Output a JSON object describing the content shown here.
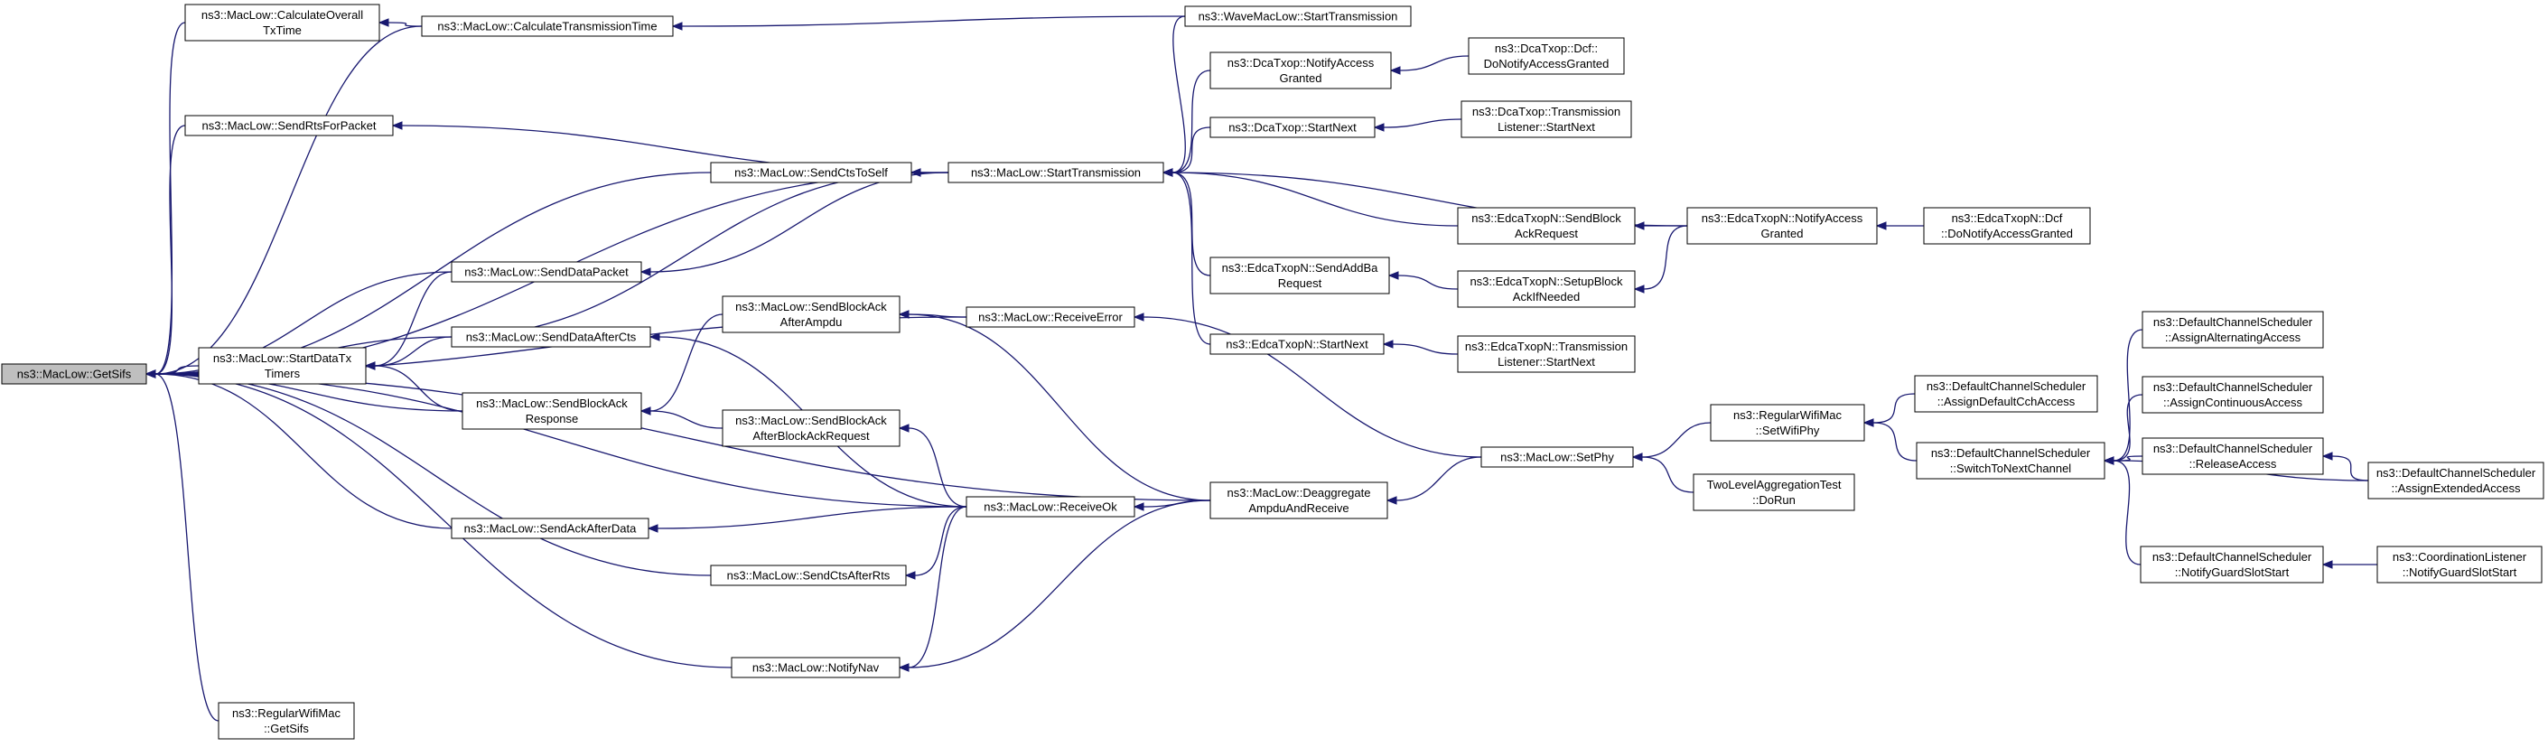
{
  "nodes": [
    {
      "id": "GetSifs",
      "lines": [
        "ns3::MacLow::GetSifs"
      ]
    },
    {
      "id": "CalcOverall",
      "lines": [
        "ns3::MacLow::CalculateOverall",
        "TxTime"
      ]
    },
    {
      "id": "CalcTrans",
      "lines": [
        "ns3::MacLow::CalculateTransmissionTime"
      ]
    },
    {
      "id": "WaveStart",
      "lines": [
        "ns3::WaveMacLow::StartTransmission"
      ]
    },
    {
      "id": "SendRts",
      "lines": [
        "ns3::MacLow::SendRtsForPacket"
      ]
    },
    {
      "id": "SendCtsToSelf",
      "lines": [
        "ns3::MacLow::SendCtsToSelf"
      ]
    },
    {
      "id": "StartTrans",
      "lines": [
        "ns3::MacLow::StartTransmission"
      ]
    },
    {
      "id": "DcaNotify",
      "lines": [
        "ns3::DcaTxop::NotifyAccess",
        "Granted"
      ]
    },
    {
      "id": "DcfNotify",
      "lines": [
        "ns3::DcaTxop::Dcf::",
        "DoNotifyAccessGranted"
      ]
    },
    {
      "id": "DcaStartNext",
      "lines": [
        "ns3::DcaTxop::StartNext"
      ]
    },
    {
      "id": "DcaTLStart",
      "lines": [
        "ns3::DcaTxop::Transmission",
        "Listener::StartNext"
      ]
    },
    {
      "id": "EdcaSendBlock",
      "lines": [
        "ns3::EdcaTxopN::SendBlock",
        "AckRequest"
      ]
    },
    {
      "id": "EdcaNotify",
      "lines": [
        "ns3::EdcaTxopN::NotifyAccess",
        "Granted"
      ]
    },
    {
      "id": "EdcaDcf",
      "lines": [
        "ns3::EdcaTxopN::Dcf",
        "::DoNotifyAccessGranted"
      ]
    },
    {
      "id": "EdcaAddBa",
      "lines": [
        "ns3::EdcaTxopN::SendAddBa",
        "Request"
      ]
    },
    {
      "id": "EdcaSetup",
      "lines": [
        "ns3::EdcaTxopN::SetupBlock",
        "AckIfNeeded"
      ]
    },
    {
      "id": "EdcaStartNext",
      "lines": [
        "ns3::EdcaTxopN::StartNext"
      ]
    },
    {
      "id": "EdcaTLStart",
      "lines": [
        "ns3::EdcaTxopN::Transmission",
        "Listener::StartNext"
      ]
    },
    {
      "id": "SendData",
      "lines": [
        "ns3::MacLow::SendDataPacket"
      ]
    },
    {
      "id": "StartDataTx",
      "lines": [
        "ns3::MacLow::StartDataTx",
        "Timers"
      ]
    },
    {
      "id": "SendDataAfterCts",
      "lines": [
        "ns3::MacLow::SendDataAfterCts"
      ]
    },
    {
      "id": "SendBlockAckAfterAmpdu",
      "lines": [
        "ns3::MacLow::SendBlockAck",
        "AfterAmpdu"
      ]
    },
    {
      "id": "ReceiveError",
      "lines": [
        "ns3::MacLow::ReceiveError"
      ]
    },
    {
      "id": "SendBlockAckResp",
      "lines": [
        "ns3::MacLow::SendBlockAck",
        "Response"
      ]
    },
    {
      "id": "SendBlockAckAfterBAR",
      "lines": [
        "ns3::MacLow::SendBlockAck",
        "AfterBlockAckRequest"
      ]
    },
    {
      "id": "ReceiveOk",
      "lines": [
        "ns3::MacLow::ReceiveOk"
      ]
    },
    {
      "id": "Deaggregate",
      "lines": [
        "ns3::MacLow::Deaggregate",
        "AmpduAndReceive"
      ]
    },
    {
      "id": "SetPhy",
      "lines": [
        "ns3::MacLow::SetPhy"
      ]
    },
    {
      "id": "RegSetWifiPhy",
      "lines": [
        "ns3::RegularWifiMac",
        "::SetWifiPhy"
      ]
    },
    {
      "id": "TwoLevel",
      "lines": [
        "TwoLevelAggregationTest",
        "::DoRun"
      ]
    },
    {
      "id": "AssignDefault",
      "lines": [
        "ns3::DefaultChannelScheduler",
        "::AssignDefaultCchAccess"
      ]
    },
    {
      "id": "SwitchToNext",
      "lines": [
        "ns3::DefaultChannelScheduler",
        "::SwitchToNextChannel"
      ]
    },
    {
      "id": "AssignAlt",
      "lines": [
        "ns3::DefaultChannelScheduler",
        "::AssignAlternatingAccess"
      ]
    },
    {
      "id": "AssignCont",
      "lines": [
        "ns3::DefaultChannelScheduler",
        "::AssignContinuousAccess"
      ]
    },
    {
      "id": "Release",
      "lines": [
        "ns3::DefaultChannelScheduler",
        "::ReleaseAccess"
      ]
    },
    {
      "id": "AssignExt",
      "lines": [
        "ns3::DefaultChannelScheduler",
        "::AssignExtendedAccess"
      ]
    },
    {
      "id": "NotifyGuard",
      "lines": [
        "ns3::DefaultChannelScheduler",
        "::NotifyGuardSlotStart"
      ]
    },
    {
      "id": "CoordNotify",
      "lines": [
        "ns3::CoordinationListener",
        "::NotifyGuardSlotStart"
      ]
    },
    {
      "id": "SendAckAfterData",
      "lines": [
        "ns3::MacLow::SendAckAfterData"
      ]
    },
    {
      "id": "SendCtsAfterRts",
      "lines": [
        "ns3::MacLow::SendCtsAfterRts"
      ]
    },
    {
      "id": "NotifyNav",
      "lines": [
        "ns3::MacLow::NotifyNav"
      ]
    },
    {
      "id": "RegGetSifs",
      "lines": [
        "ns3::RegularWifiMac",
        "::GetSifs"
      ]
    }
  ],
  "edges": [
    {
      "from": "CalcOverall",
      "to": "GetSifs"
    },
    {
      "from": "CalcTrans",
      "to": "GetSifs"
    },
    {
      "from": "SendRts",
      "to": "GetSifs"
    },
    {
      "from": "SendCtsToSelf",
      "to": "GetSifs"
    },
    {
      "from": "StartTrans",
      "to": "GetSifs"
    },
    {
      "from": "SendData",
      "to": "GetSifs"
    },
    {
      "from": "StartDataTx",
      "to": "GetSifs"
    },
    {
      "from": "SendDataAfterCts",
      "to": "GetSifs"
    },
    {
      "from": "SendBlockAckResp",
      "to": "GetSifs"
    },
    {
      "from": "ReceiveOk",
      "to": "GetSifs"
    },
    {
      "from": "SendAckAfterData",
      "to": "GetSifs"
    },
    {
      "from": "SendCtsAfterRts",
      "to": "GetSifs"
    },
    {
      "from": "Deaggregate",
      "to": "GetSifs"
    },
    {
      "from": "NotifyNav",
      "to": "GetSifs"
    },
    {
      "from": "RegGetSifs",
      "to": "GetSifs"
    },
    {
      "from": "CalcTrans",
      "to": "CalcOverall"
    },
    {
      "from": "WaveStart",
      "to": "CalcTrans"
    },
    {
      "from": "StartTrans",
      "to": "SendRts"
    },
    {
      "from": "StartTrans",
      "to": "SendCtsToSelf"
    },
    {
      "from": "StartTrans",
      "to": "SendData"
    },
    {
      "from": "WaveStart",
      "to": "StartTrans"
    },
    {
      "from": "DcaNotify",
      "to": "StartTrans"
    },
    {
      "from": "DcaStartNext",
      "to": "StartTrans"
    },
    {
      "from": "EdcaSendBlock",
      "to": "StartTrans"
    },
    {
      "from": "EdcaNotify",
      "to": "StartTrans"
    },
    {
      "from": "EdcaAddBa",
      "to": "StartTrans"
    },
    {
      "from": "EdcaStartNext",
      "to": "StartTrans"
    },
    {
      "from": "DcfNotify",
      "to": "DcaNotify"
    },
    {
      "from": "DcaTLStart",
      "to": "DcaStartNext"
    },
    {
      "from": "EdcaNotify",
      "to": "EdcaSendBlock"
    },
    {
      "from": "EdcaDcf",
      "to": "EdcaNotify"
    },
    {
      "from": "EdcaSetup",
      "to": "EdcaAddBa"
    },
    {
      "from": "EdcaNotify",
      "to": "EdcaSetup"
    },
    {
      "from": "EdcaTLStart",
      "to": "EdcaStartNext"
    },
    {
      "from": "ReceiveError",
      "to": "GetSifs"
    },
    {
      "from": "SendData",
      "to": "StartDataTx"
    },
    {
      "from": "SendDataAfterCts",
      "to": "StartDataTx"
    },
    {
      "from": "SendBlockAckResp",
      "to": "StartDataTx"
    },
    {
      "from": "SendBlockAckAfterAmpdu",
      "to": "SendBlockAckResp"
    },
    {
      "from": "SendBlockAckAfterBAR",
      "to": "SendBlockAckResp"
    },
    {
      "from": "ReceiveError",
      "to": "SendBlockAckAfterAmpdu"
    },
    {
      "from": "Deaggregate",
      "to": "SendBlockAckAfterAmpdu"
    },
    {
      "from": "ReceiveOk",
      "to": "SendBlockAckAfterBAR"
    },
    {
      "from": "ReceiveOk",
      "to": "SendDataAfterCts"
    },
    {
      "from": "SendDataAfterCts",
      "to": "SendCtsToSelf"
    },
    {
      "from": "SetPhy",
      "to": "ReceiveError"
    },
    {
      "from": "Deaggregate",
      "to": "ReceiveOk"
    },
    {
      "from": "SetPhy",
      "to": "Deaggregate"
    },
    {
      "from": "RegSetWifiPhy",
      "to": "SetPhy"
    },
    {
      "from": "TwoLevel",
      "to": "SetPhy"
    },
    {
      "from": "AssignDefault",
      "to": "RegSetWifiPhy"
    },
    {
      "from": "SwitchToNext",
      "to": "RegSetWifiPhy"
    },
    {
      "from": "AssignAlt",
      "to": "SwitchToNext"
    },
    {
      "from": "AssignCont",
      "to": "SwitchToNext"
    },
    {
      "from": "Release",
      "to": "SwitchToNext"
    },
    {
      "from": "AssignExt",
      "to": "SwitchToNext"
    },
    {
      "from": "NotifyGuard",
      "to": "SwitchToNext"
    },
    {
      "from": "AssignExt",
      "to": "Release"
    },
    {
      "from": "CoordNotify",
      "to": "NotifyGuard"
    },
    {
      "from": "ReceiveOk",
      "to": "SendAckAfterData"
    },
    {
      "from": "ReceiveOk",
      "to": "SendCtsAfterRts"
    },
    {
      "from": "ReceiveOk",
      "to": "NotifyNav"
    },
    {
      "from": "Deaggregate",
      "to": "NotifyNav"
    }
  ]
}
